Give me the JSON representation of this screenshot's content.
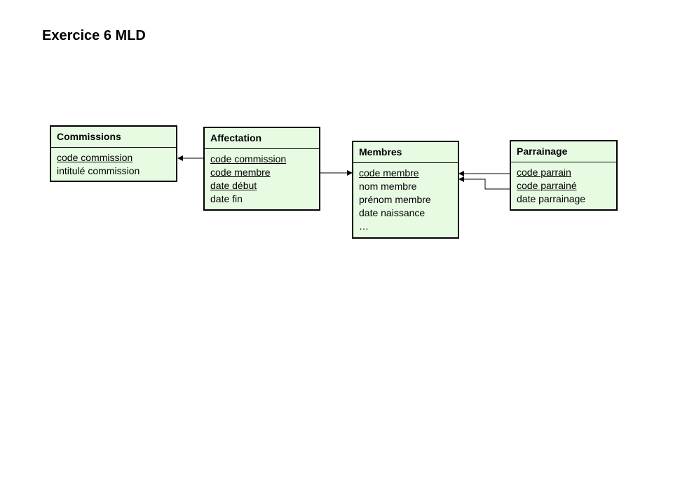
{
  "title": "Exercice 6 MLD",
  "entities": {
    "commissions": {
      "name": "Commissions",
      "fields": [
        {
          "label": "code commission",
          "key": true
        },
        {
          "label": "intitulé  commission",
          "key": false
        }
      ]
    },
    "affectation": {
      "name": "Affectation",
      "fields": [
        {
          "label": "code commission",
          "key": true
        },
        {
          "label": "code membre",
          "key": true
        },
        {
          "label": "date début",
          "key": true
        },
        {
          "label": "date fin",
          "key": false
        }
      ]
    },
    "membres": {
      "name": "Membres",
      "fields": [
        {
          "label": "code membre",
          "key": true
        },
        {
          "label": "nom  membre",
          "key": false
        },
        {
          "label": "prénom  membre",
          "key": false
        },
        {
          "label": "date naissance",
          "key": false
        },
        {
          "label": "…",
          "key": false
        }
      ]
    },
    "parrainage": {
      "name": "Parrainage",
      "fields": [
        {
          "label": "code parrain",
          "key": true
        },
        {
          "label": "code parrainé",
          "key": true
        },
        {
          "label": "date parrainage",
          "key": false
        }
      ]
    }
  }
}
